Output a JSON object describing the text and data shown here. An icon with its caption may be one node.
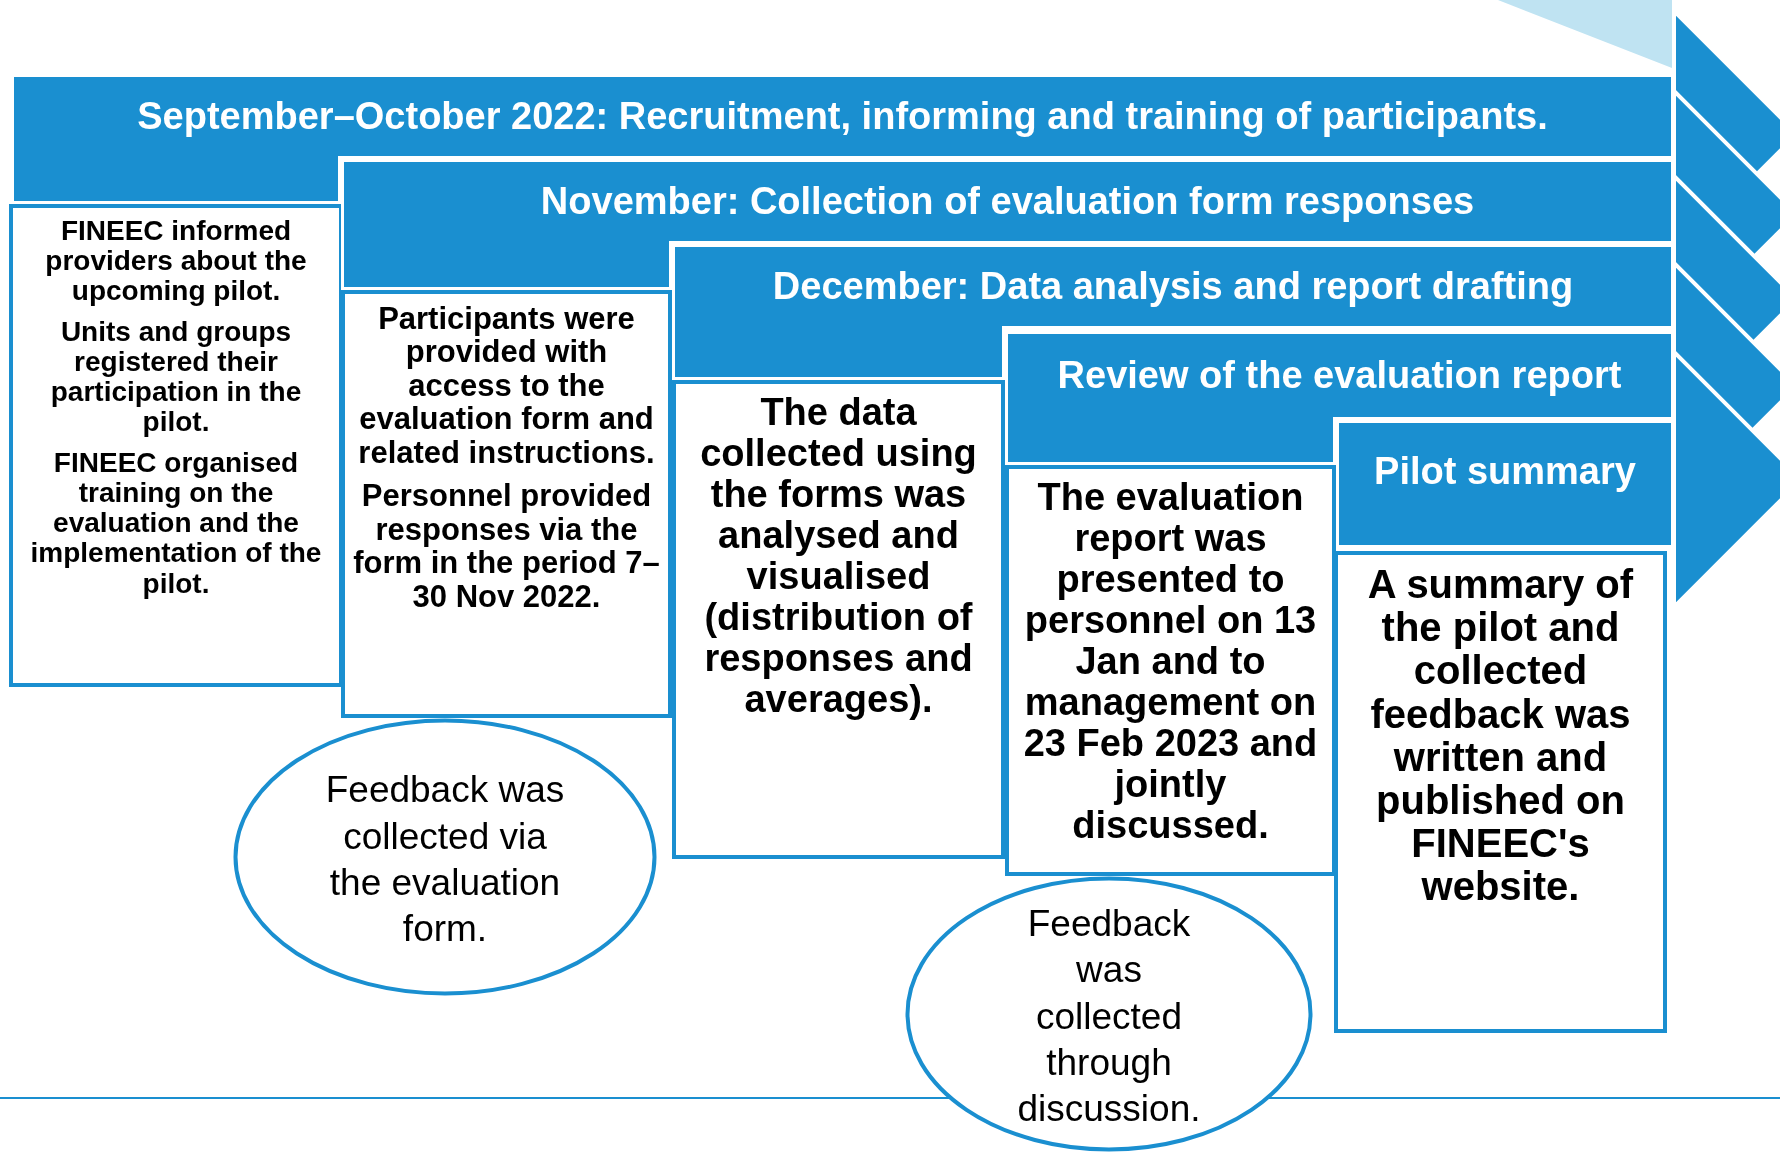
{
  "diagram": {
    "nodes": [
      {
        "text": [
          "September–October 2022: Recruitment, informing and training of participants."
        ]
      },
      {
        "text": [
          "FINEEC informed providers about the upcoming pilot.",
          "Units and groups registered their participation in the pilot.",
          "FINEEC organised training on the evaluation and the implementation of the pilot."
        ]
      },
      {
        "text": [
          "November: Collection of evaluation form responses"
        ]
      },
      {
        "text": [
          "Participants were provided with access to the evaluation form and related instructions.",
          "Personnel provided responses via the form in the period 7–30 Nov 2022."
        ]
      },
      {
        "text": [
          "Feedback was collected via the evaluation form."
        ]
      },
      {
        "text": [
          "December: Data analysis and report drafting"
        ]
      },
      {
        "text": [
          "The data collected using the forms was analysed and visualised (distribution of responses and averages)."
        ]
      },
      {
        "text": [
          "Review of the evaluation report"
        ]
      },
      {
        "text": [
          "The evaluation report was presented to personnel on 13 Jan and to management on 23 Feb 2023 and jointly discussed."
        ]
      },
      {
        "text": [
          "Feedback was collected through discussion."
        ]
      },
      {
        "text": [
          "Pilot summary"
        ]
      },
      {
        "text": [
          "A summary of the pilot and collected feedback was written and published on FINEEC's website."
        ]
      }
    ]
  }
}
